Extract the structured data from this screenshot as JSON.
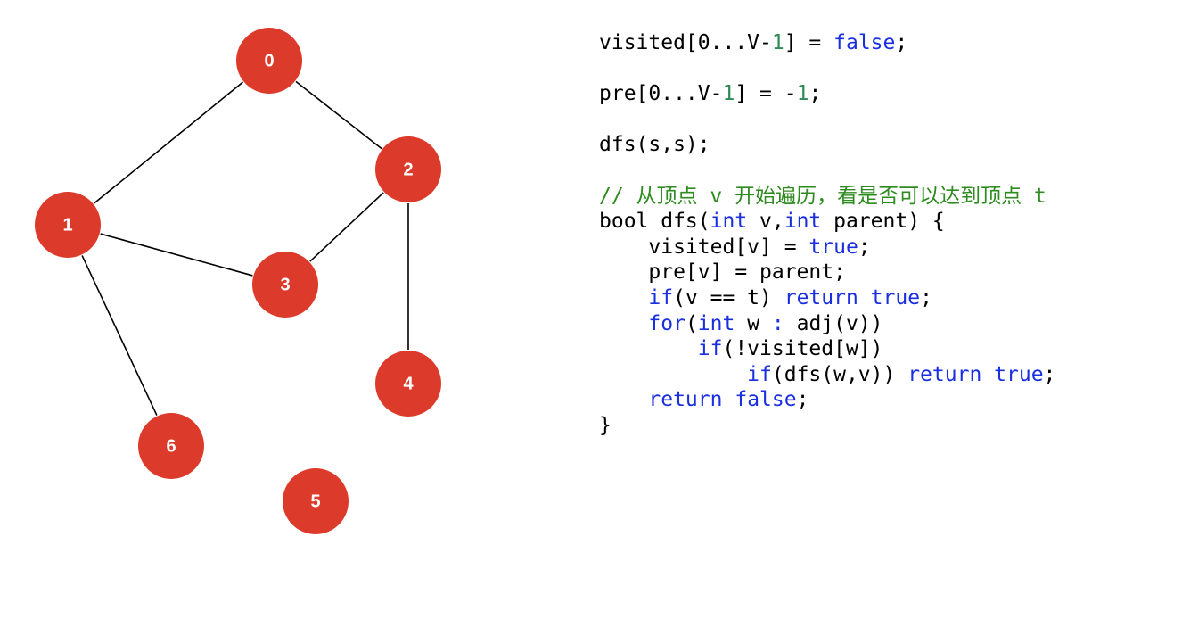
{
  "graph": {
    "node_color": "#dc3a2a",
    "edge_color": "#000000",
    "label_color": "#ffffff",
    "nodes": [
      {
        "id": "0",
        "label": "0"
      },
      {
        "id": "1",
        "label": "1"
      },
      {
        "id": "2",
        "label": "2"
      },
      {
        "id": "3",
        "label": "3"
      },
      {
        "id": "4",
        "label": "4"
      },
      {
        "id": "5",
        "label": "5"
      },
      {
        "id": "6",
        "label": "6"
      }
    ],
    "edges": [
      {
        "from": "0",
        "to": "1"
      },
      {
        "from": "0",
        "to": "2"
      },
      {
        "from": "1",
        "to": "3"
      },
      {
        "from": "2",
        "to": "3"
      },
      {
        "from": "2",
        "to": "4"
      },
      {
        "from": "1",
        "to": "6"
      }
    ]
  },
  "code": {
    "colors": {
      "text": "#000000",
      "keyword": "#1a2fe0",
      "number": "#2e8b57",
      "comment": "#2e8b1f"
    },
    "lines": [
      [
        {
          "t": "text",
          "s": "visited[0...V-"
        },
        {
          "t": "num",
          "s": "1"
        },
        {
          "t": "text",
          "s": "] = "
        },
        {
          "t": "kw",
          "s": "false"
        },
        {
          "t": "text",
          "s": ";"
        }
      ],
      [],
      [
        {
          "t": "text",
          "s": "pre[0...V-"
        },
        {
          "t": "num",
          "s": "1"
        },
        {
          "t": "text",
          "s": "] = -"
        },
        {
          "t": "num",
          "s": "1"
        },
        {
          "t": "text",
          "s": ";"
        }
      ],
      [],
      [
        {
          "t": "text",
          "s": "dfs(s,s);"
        }
      ],
      [],
      [
        {
          "t": "comment",
          "s": "// 从顶点 v 开始遍历，看是否可以达到顶点 t"
        }
      ],
      [
        {
          "t": "text",
          "s": "bool dfs("
        },
        {
          "t": "kw",
          "s": "int"
        },
        {
          "t": "text",
          "s": " v,"
        },
        {
          "t": "kw",
          "s": "int"
        },
        {
          "t": "text",
          "s": " parent) {"
        }
      ],
      [
        {
          "t": "text",
          "s": "    visited[v] = "
        },
        {
          "t": "kw",
          "s": "true"
        },
        {
          "t": "text",
          "s": ";"
        }
      ],
      [
        {
          "t": "text",
          "s": "    pre[v] = parent;"
        }
      ],
      [
        {
          "t": "text",
          "s": "    "
        },
        {
          "t": "kw",
          "s": "if"
        },
        {
          "t": "text",
          "s": "(v == t) "
        },
        {
          "t": "kw",
          "s": "return"
        },
        {
          "t": "text",
          "s": " "
        },
        {
          "t": "kw",
          "s": "true"
        },
        {
          "t": "text",
          "s": ";"
        }
      ],
      [
        {
          "t": "text",
          "s": "    "
        },
        {
          "t": "kw",
          "s": "for"
        },
        {
          "t": "text",
          "s": "("
        },
        {
          "t": "kw",
          "s": "int"
        },
        {
          "t": "text",
          "s": " w "
        },
        {
          "t": "kw",
          "s": ":"
        },
        {
          "t": "text",
          "s": " adj(v))"
        }
      ],
      [
        {
          "t": "text",
          "s": "        "
        },
        {
          "t": "kw",
          "s": "if"
        },
        {
          "t": "text",
          "s": "(!visited[w])"
        }
      ],
      [
        {
          "t": "text",
          "s": "            "
        },
        {
          "t": "kw",
          "s": "if"
        },
        {
          "t": "text",
          "s": "(dfs(w,v)) "
        },
        {
          "t": "kw",
          "s": "return"
        },
        {
          "t": "text",
          "s": " "
        },
        {
          "t": "kw",
          "s": "true"
        },
        {
          "t": "text",
          "s": ";"
        }
      ],
      [
        {
          "t": "text",
          "s": "    "
        },
        {
          "t": "kw",
          "s": "return"
        },
        {
          "t": "text",
          "s": " "
        },
        {
          "t": "kw",
          "s": "false"
        },
        {
          "t": "text",
          "s": ";"
        }
      ],
      [
        {
          "t": "text",
          "s": "}"
        }
      ]
    ]
  }
}
